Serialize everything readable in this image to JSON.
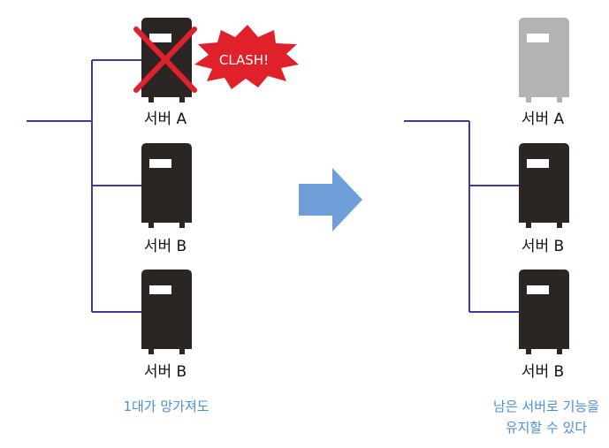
{
  "before": {
    "servers": [
      {
        "label": "서버 A",
        "state": "failed"
      },
      {
        "label": "서버 B",
        "state": "active"
      },
      {
        "label": "서버 B",
        "state": "active"
      }
    ],
    "clash_text": "CLASH!",
    "caption": "1대가 망가져도"
  },
  "after": {
    "servers": [
      {
        "label": "서버 A",
        "state": "offline"
      },
      {
        "label": "서버 B",
        "state": "active"
      },
      {
        "label": "서버 B",
        "state": "active"
      }
    ],
    "caption_lines": [
      "남은 서버로 기능을",
      "유지할 수 있다"
    ]
  },
  "colors": {
    "server_active": "#2b2523",
    "server_offline": "#b3b3b3",
    "server_window": "#ffffff",
    "wire": "#3b3d96",
    "clash_burst": "#e0202a",
    "clash_text": "#ffffff",
    "fail_mark": "#e0202a",
    "arrow": "#6f9fd8",
    "caption": "#4a8fd6",
    "label": "#111111"
  }
}
